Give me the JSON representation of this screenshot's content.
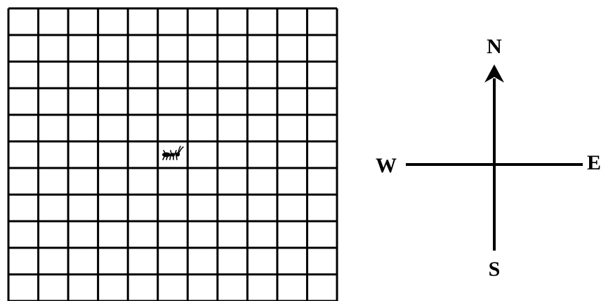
{
  "grid": {
    "rows": 11,
    "cols": 11,
    "line_color": "#000000",
    "background": "#ffffff",
    "ant": {
      "icon": "ant-icon",
      "row": 5,
      "col": 5,
      "facing": "E"
    }
  },
  "compass": {
    "north": "N",
    "south": "S",
    "east": "E",
    "west": "W"
  }
}
